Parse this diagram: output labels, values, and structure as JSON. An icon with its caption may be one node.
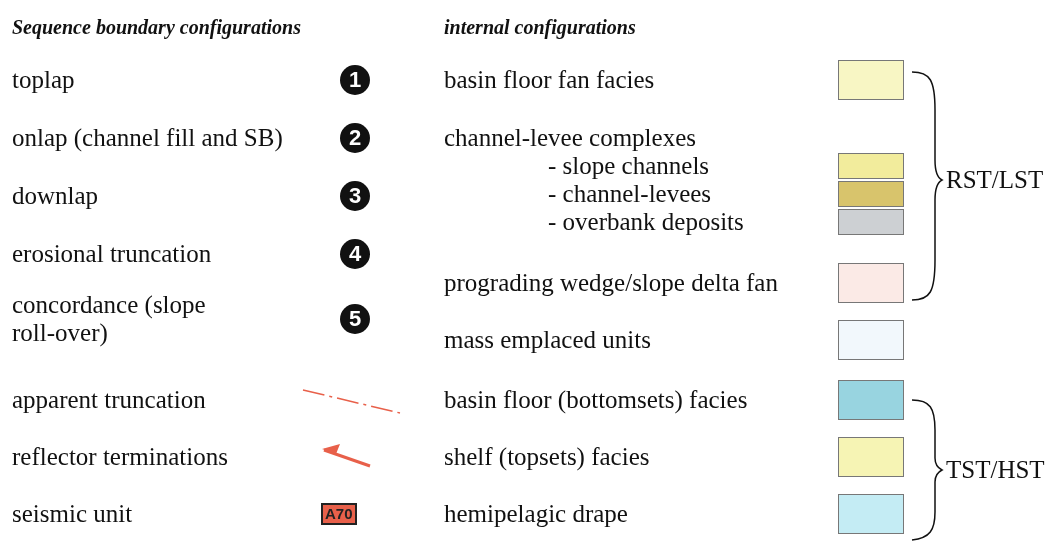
{
  "diagram": {
    "labels": [
      "Sequence boundary configurations",
      "internal configurations",
      "1",
      "2",
      "3",
      "4",
      "5",
      "A70",
      "channel-levee complexes",
      "RST/LST",
      "TST/HST"
    ],
    "legend": [
      {
        "text": "toplap"
      },
      {
        "text": "onlap (channel fill and SB)"
      },
      {
        "text": "downlap"
      },
      {
        "text": "erosional truncation"
      },
      {
        "text": "concordance (slope roll-over)"
      },
      {
        "text": "apparent truncation"
      },
      {
        "text": "reflector terminations"
      },
      {
        "text": "seismic unit"
      },
      {
        "text": "basin floor fan facies",
        "color": "#f8f6c4"
      },
      {
        "text": "- slope channels",
        "color": "#f2ec9c"
      },
      {
        "text": "- channel-levees",
        "color": "#d8c46c"
      },
      {
        "text": "- overbank deposits",
        "color": "#cdd0d3"
      },
      {
        "text": "prograding wedge/slope delta fan",
        "color": "#fbeae6"
      },
      {
        "text": "mass emplaced units",
        "color": "#f2f8fc"
      },
      {
        "text": "basin floor (bottomsets) facies",
        "color": "#98d4e0"
      },
      {
        "text": "shelf (topsets) facies",
        "color": "#f6f4b4"
      },
      {
        "text": "hemipelagic drape",
        "color": "#c4ecf4"
      }
    ]
  }
}
